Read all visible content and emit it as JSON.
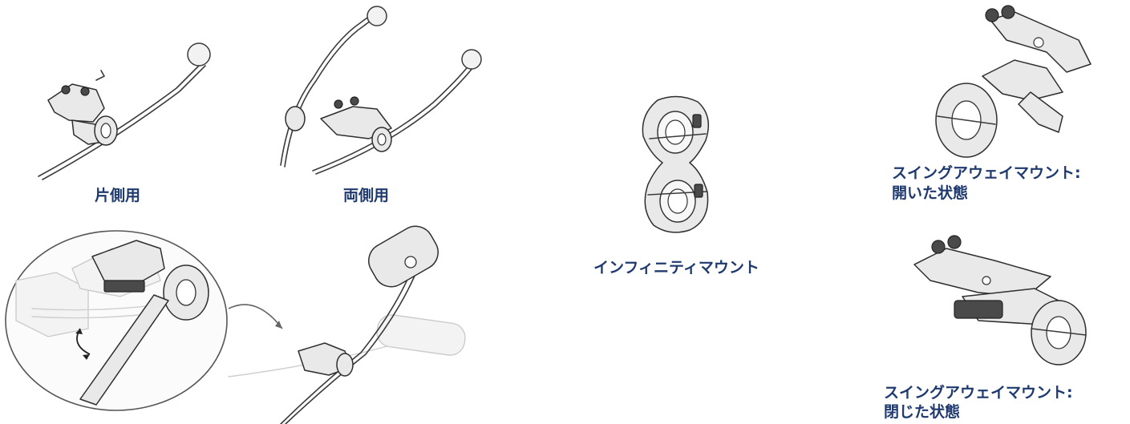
{
  "captions": {
    "single_side": "片側用",
    "both_sides": "両側用",
    "infinity_mount": "インフィニティマウント",
    "swing_open_line1": "スイングアウェイマウント:",
    "swing_open_line2": "開いた状態",
    "swing_closed_line1": "スイングアウェイマウント:",
    "swing_closed_line2": "閉じた状態"
  },
  "colors": {
    "caption": "#1f3a6e",
    "line_art": "#2e2e2e"
  }
}
